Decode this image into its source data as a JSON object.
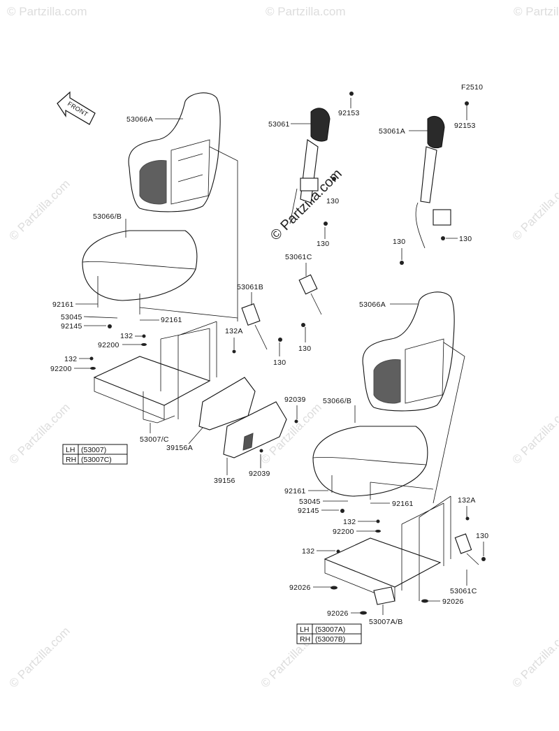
{
  "figure_code": "F2510",
  "front_label": "FRONT",
  "watermark": "© Partzilla.com",
  "callouts": {
    "c53066A_top": "53066A",
    "c53066B_left": "53066/B",
    "c92161_a": "92161",
    "c53045_a": "53045",
    "c92145_a": "92145",
    "c92161_b": "92161",
    "c132_a": "132",
    "c92200_a": "92200",
    "c132_b": "132",
    "c92200_b": "92200",
    "c53007C": "53007/C",
    "c53061": "53061",
    "c92153_a": "92153",
    "c130_a": "130",
    "c130_b": "130",
    "c53061A": "53061A",
    "c92153_b": "92153",
    "c130_c": "130",
    "c130_d": "130",
    "c53061C": "53061C",
    "c53061B": "53061B",
    "c132A_a": "132A",
    "c130_e": "130",
    "c130_f": "130",
    "c53066A_right": "53066A",
    "c92039_a": "92039",
    "c39156A": "39156A",
    "c92039_b": "92039",
    "c39156": "39156",
    "c53066B_right": "53066/B",
    "c92161_c": "92161",
    "c53045_b": "53045",
    "c92145_b": "92145",
    "c92161_d": "92161",
    "c132A_b": "132A",
    "c132_c": "132",
    "c92200_c": "92200",
    "c130_g": "130",
    "c132_d": "132",
    "c92026_a": "92026",
    "c53061C_b": "53061C",
    "c92026_b": "92026",
    "c92026_c": "92026",
    "c53007AB": "53007A/B"
  },
  "table_left": {
    "rows": [
      {
        "side": "LH",
        "part": "(53007)"
      },
      {
        "side": "RH",
        "part": "(53007C)"
      }
    ]
  },
  "table_right": {
    "rows": [
      {
        "side": "LH",
        "part": "(53007A)"
      },
      {
        "side": "RH",
        "part": "(53007B)"
      }
    ]
  }
}
